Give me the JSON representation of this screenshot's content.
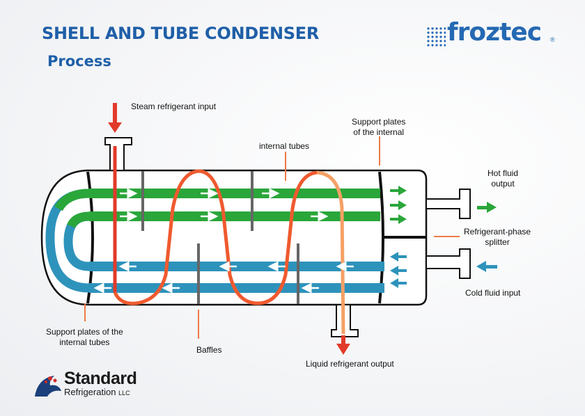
{
  "header": {
    "title": "SHELL AND TUBE CONDENSER",
    "subtitle": "Process"
  },
  "brand": {
    "logo_text": "froztec",
    "logo_mark": "®"
  },
  "labels": {
    "steam_input": "Steam refrigerant input",
    "internal_tubes": "internal tubes",
    "support_plates_internal_1": "Support plates",
    "support_plates_internal_2": "of the internal",
    "hot_fluid_1": "Hot fluid",
    "hot_fluid_2": "output",
    "refrigerant_splitter_1": "Refrigerant-phase",
    "refrigerant_splitter_2": "splitter",
    "cold_fluid_input": "Cold fluid input",
    "support_plates_tubes_1": "Support plates of the",
    "support_plates_tubes_2": "internal tubes",
    "baffles": "Baffles",
    "liquid_output": "Liquid refrigerant output"
  },
  "footer_logo": {
    "name": "Standard",
    "sub": "Refrigeration",
    "suffix": "LLC"
  },
  "colors": {
    "title_blue": "#1f5fa8",
    "hot_green": "#2aa63a",
    "cold_blue": "#2e93bb",
    "refrigerant_red": "#e23a2a",
    "tube_orange": "#ef5a2f",
    "tube_light": "#f5a066",
    "baffle_gray": "#666666"
  },
  "icons": [
    "input-arrow-icon",
    "output-arrow-icon",
    "flow-arrow-icon"
  ]
}
